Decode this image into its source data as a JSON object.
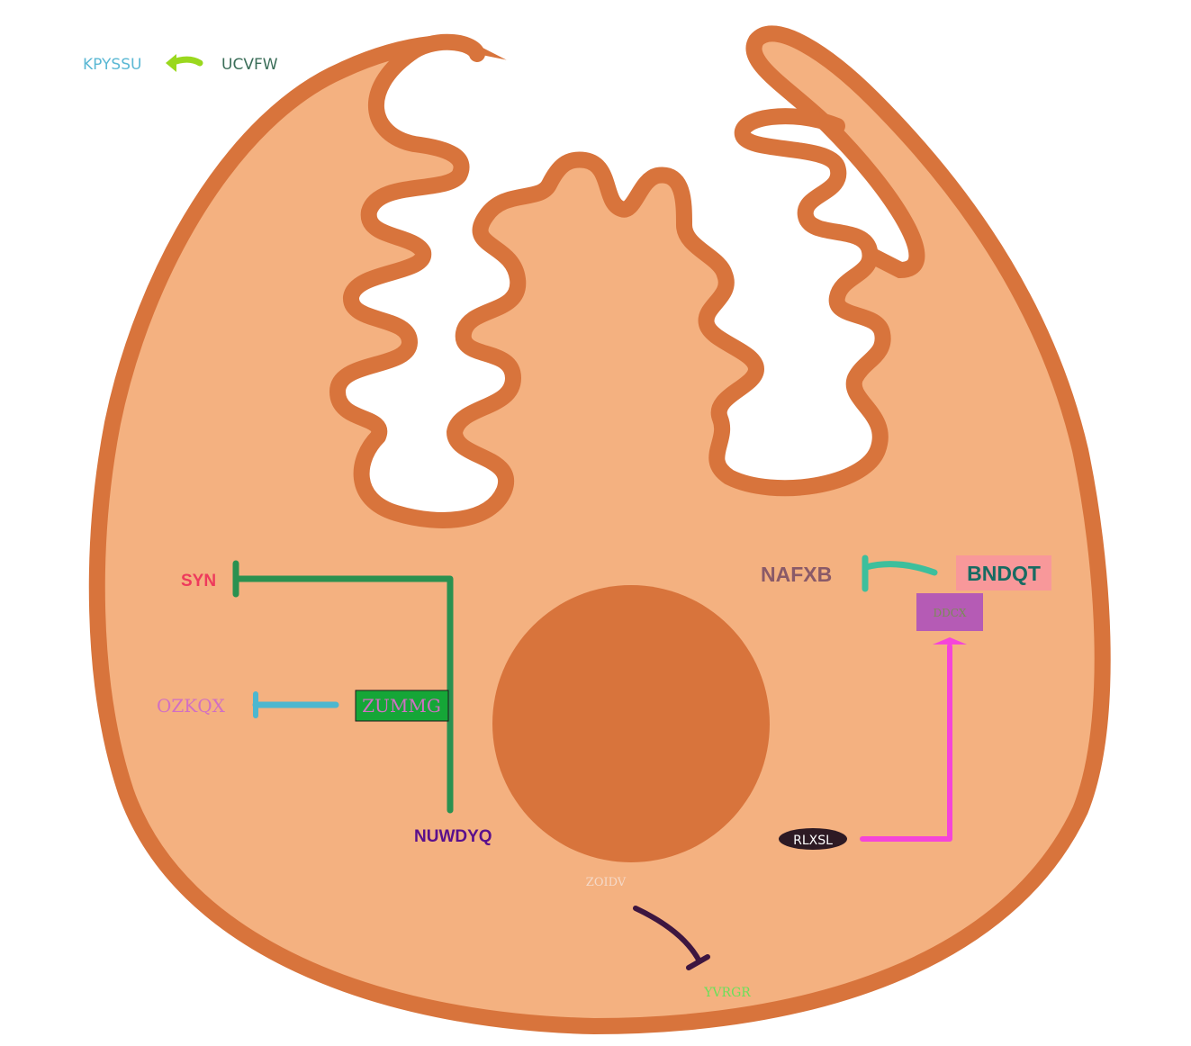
{
  "legend": {
    "left_label": "KPYSSU",
    "right_label": "UCVFW",
    "left_color": "#5bb8d4",
    "right_color": "#3b6e59",
    "arrow_color": "#9ad81e"
  },
  "cell": {
    "membrane_color": "#d8743c",
    "cytoplasm_color": "#f4b180",
    "nucleus_color": "#d8743c"
  },
  "nodes": {
    "syn": {
      "text": "SYN",
      "color": "#ee3a5c"
    },
    "ozkqx": {
      "text": "OZKQX",
      "color": "#d16fc3"
    },
    "zummg": {
      "text": "ZUMMG",
      "color": "#d16fc3",
      "fill": "#15a637"
    },
    "nuwdyq": {
      "text": "NUWDYQ",
      "color": "#5a0f8c"
    },
    "nafxb": {
      "text": "NAFXB",
      "color": "#8a5a68"
    },
    "bndqt": {
      "text": "BNDQT",
      "color": "#176b62",
      "fill": "#f8989a"
    },
    "purple_box": {
      "text": "DDCX",
      "color": "#7a8c57",
      "fill": "#b55bb5"
    },
    "rlxsl": {
      "text": "RLXSL",
      "color": "#ffffff",
      "fill": "#2d1a24"
    },
    "zoidv": {
      "text": "ZOIDV",
      "color": "#f5d9c8"
    },
    "yvrgr": {
      "text": "YVRGR",
      "color": "#6be05a"
    }
  },
  "edges": [
    {
      "from": "NUWDYQ",
      "to": "SYN",
      "type": "inhibition",
      "color": "#2a9150"
    },
    {
      "from": "ZUMMG",
      "to": "OZKQX",
      "type": "inhibition",
      "color": "#4cb7cf"
    },
    {
      "from": "BNDQT",
      "to": "NAFXB",
      "type": "inhibition",
      "color": "#3dbf9c"
    },
    {
      "from": "RLXSL",
      "to": "DDCX",
      "type": "activation",
      "color": "#f545d9"
    },
    {
      "from": "ZOIDV",
      "to": "YVRGR",
      "type": "inhibition",
      "color": "#3d1640"
    }
  ]
}
